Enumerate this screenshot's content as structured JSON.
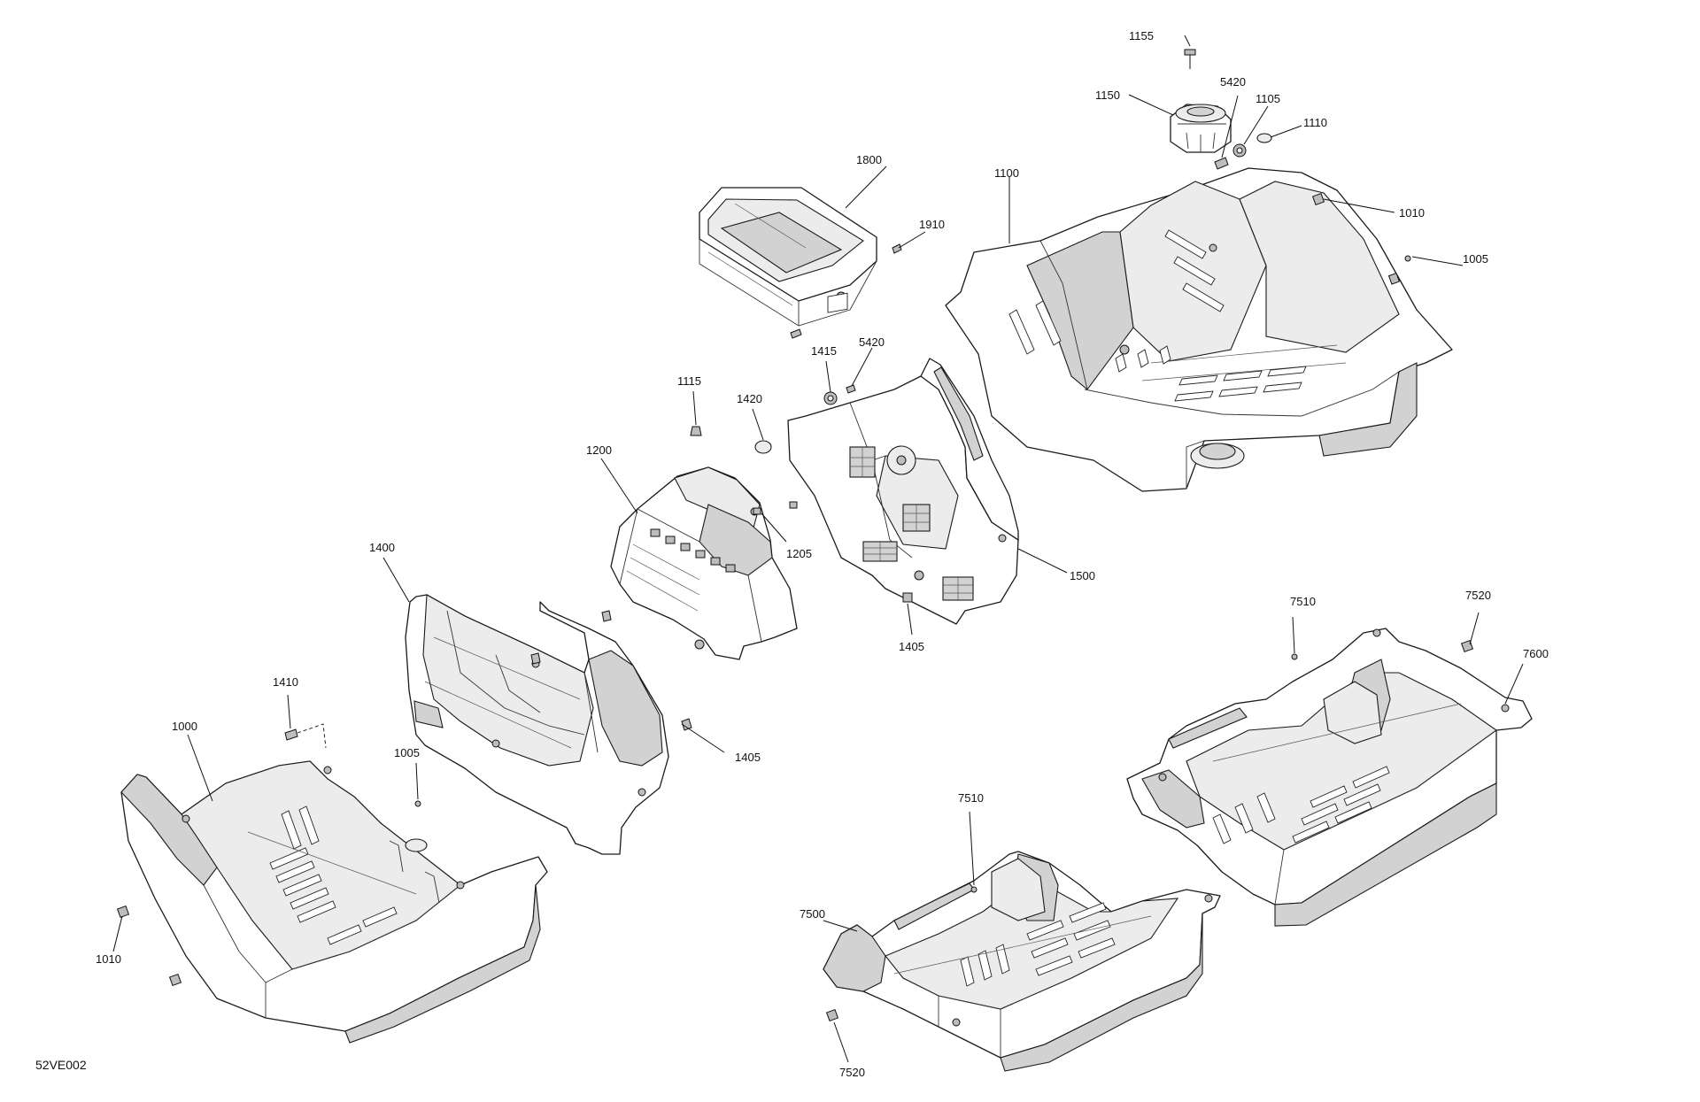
{
  "diagram": {
    "reference_code": "52VE002",
    "callouts": [
      {
        "id": "c1155a",
        "label": "1155"
      },
      {
        "id": "c1150",
        "label": "1150"
      },
      {
        "id": "c5420a",
        "label": "5420"
      },
      {
        "id": "c1105",
        "label": "1105"
      },
      {
        "id": "c1110",
        "label": "1110"
      },
      {
        "id": "c1800",
        "label": "1800"
      },
      {
        "id": "c1100",
        "label": "1100"
      },
      {
        "id": "c1010a",
        "label": "1010"
      },
      {
        "id": "c1910",
        "label": "1910"
      },
      {
        "id": "c1005a",
        "label": "1005"
      },
      {
        "id": "c1415",
        "label": "1415"
      },
      {
        "id": "c5420b",
        "label": "5420"
      },
      {
        "id": "c1115",
        "label": "1115"
      },
      {
        "id": "c1420",
        "label": "1420"
      },
      {
        "id": "c1200",
        "label": "1200"
      },
      {
        "id": "c1205",
        "label": "1205"
      },
      {
        "id": "c1500",
        "label": "1500"
      },
      {
        "id": "c1400",
        "label": "1400"
      },
      {
        "id": "c1405a",
        "label": "1405"
      },
      {
        "id": "c7510a",
        "label": "7510"
      },
      {
        "id": "c7520a",
        "label": "7520"
      },
      {
        "id": "c7600",
        "label": "7600"
      },
      {
        "id": "c1410",
        "label": "1410"
      },
      {
        "id": "c1000",
        "label": "1000"
      },
      {
        "id": "c1005b",
        "label": "1005"
      },
      {
        "id": "c1405b",
        "label": "1405"
      },
      {
        "id": "c7510b",
        "label": "7510"
      },
      {
        "id": "c7500",
        "label": "7500"
      },
      {
        "id": "c1010b",
        "label": "1010"
      },
      {
        "id": "c7520b",
        "label": "7520"
      }
    ]
  }
}
